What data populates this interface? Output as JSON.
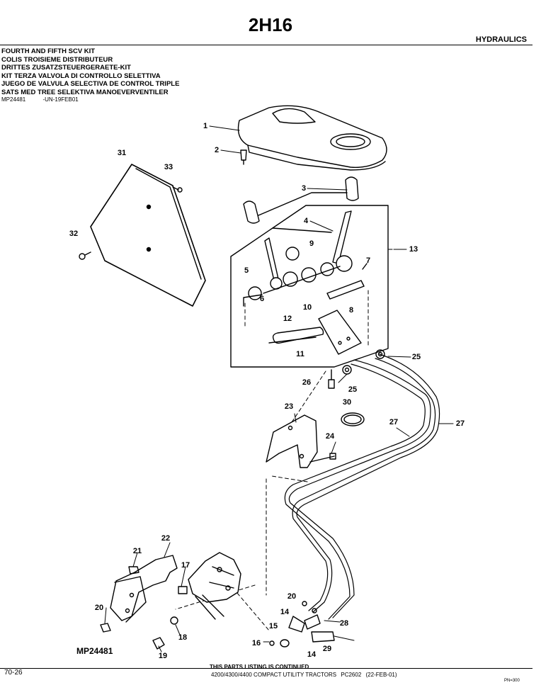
{
  "header": {
    "page_title": "2H16",
    "section": "HYDRAULICS"
  },
  "titles": [
    "FOURTH AND FIFTH SCV KIT",
    "COLIS TROISIEME DISTRIBUTEUR",
    "DRITTES ZUSATZSTEUERGERAETE-KIT",
    "KIT TERZA VALVOLA DI CONTROLLO SELETTIVA",
    "JUEGO DE VALVULA SELECTIVA DE CONTROL TRIPLE",
    "SATS MED TREE SELEKTIVA MANOEVERVENTILER"
  ],
  "ref": {
    "figure": "MP24481",
    "code": "-UN-19FEB01"
  },
  "callouts": [
    "1",
    "2",
    "3",
    "4",
    "5",
    "6",
    "7",
    "8",
    "9",
    "10",
    "11",
    "12",
    "13",
    "14",
    "14",
    "15",
    "16",
    "17",
    "18",
    "19",
    "20",
    "20",
    "21",
    "22",
    "23",
    "24",
    "25",
    "25",
    "26",
    "27",
    "27",
    "28",
    "29",
    "30",
    "31",
    "32",
    "33"
  ],
  "figure_id": "MP24481",
  "footer": {
    "page_number": "70-26",
    "continued": "THIS PARTS LISTING IS CONTINUED",
    "model": "4200/4300/4400 COMPACT UTILITY TRACTORS",
    "catalog": "PC2602",
    "date": "(22-FEB-01)",
    "code": "PN=300"
  }
}
